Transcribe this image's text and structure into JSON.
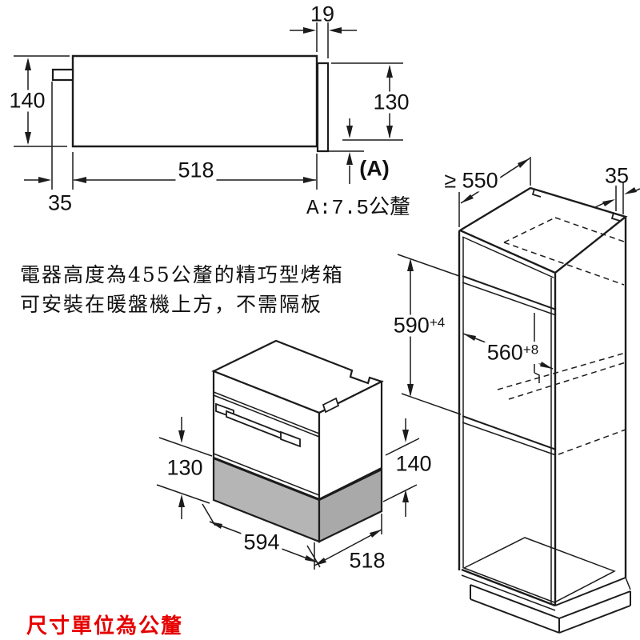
{
  "description": {
    "line1": "電器高度為455公釐的精巧型烤箱",
    "line2": "可安裝在暖盤機上方，不需隔板"
  },
  "unit_note": "尺寸單位為公釐",
  "side_view": {
    "dim_panel_gap": "19",
    "dim_body_height": "140",
    "dim_panel_height": "130",
    "dim_depth": "518",
    "dim_rear_tab": "35",
    "overhang_label": "(A)",
    "overhang_note": "A:7.5公釐"
  },
  "iso_view": {
    "dim_front_height": "130",
    "dim_body_height": "140",
    "dim_width": "594",
    "dim_depth": "518"
  },
  "cabinet_view": {
    "dim_min_depth": "≥ 550",
    "dim_rear_gap": "35",
    "niche_height": {
      "base": "590",
      "sup": "+4"
    },
    "niche_width": {
      "base": "560",
      "sup": "+8"
    }
  },
  "colors": {
    "line": "#1c1c1c",
    "drawer_front_fill": "#b5b5b5",
    "drawer_side_fill": "#a9a9a9",
    "unit_note_red": "#e60000"
  }
}
